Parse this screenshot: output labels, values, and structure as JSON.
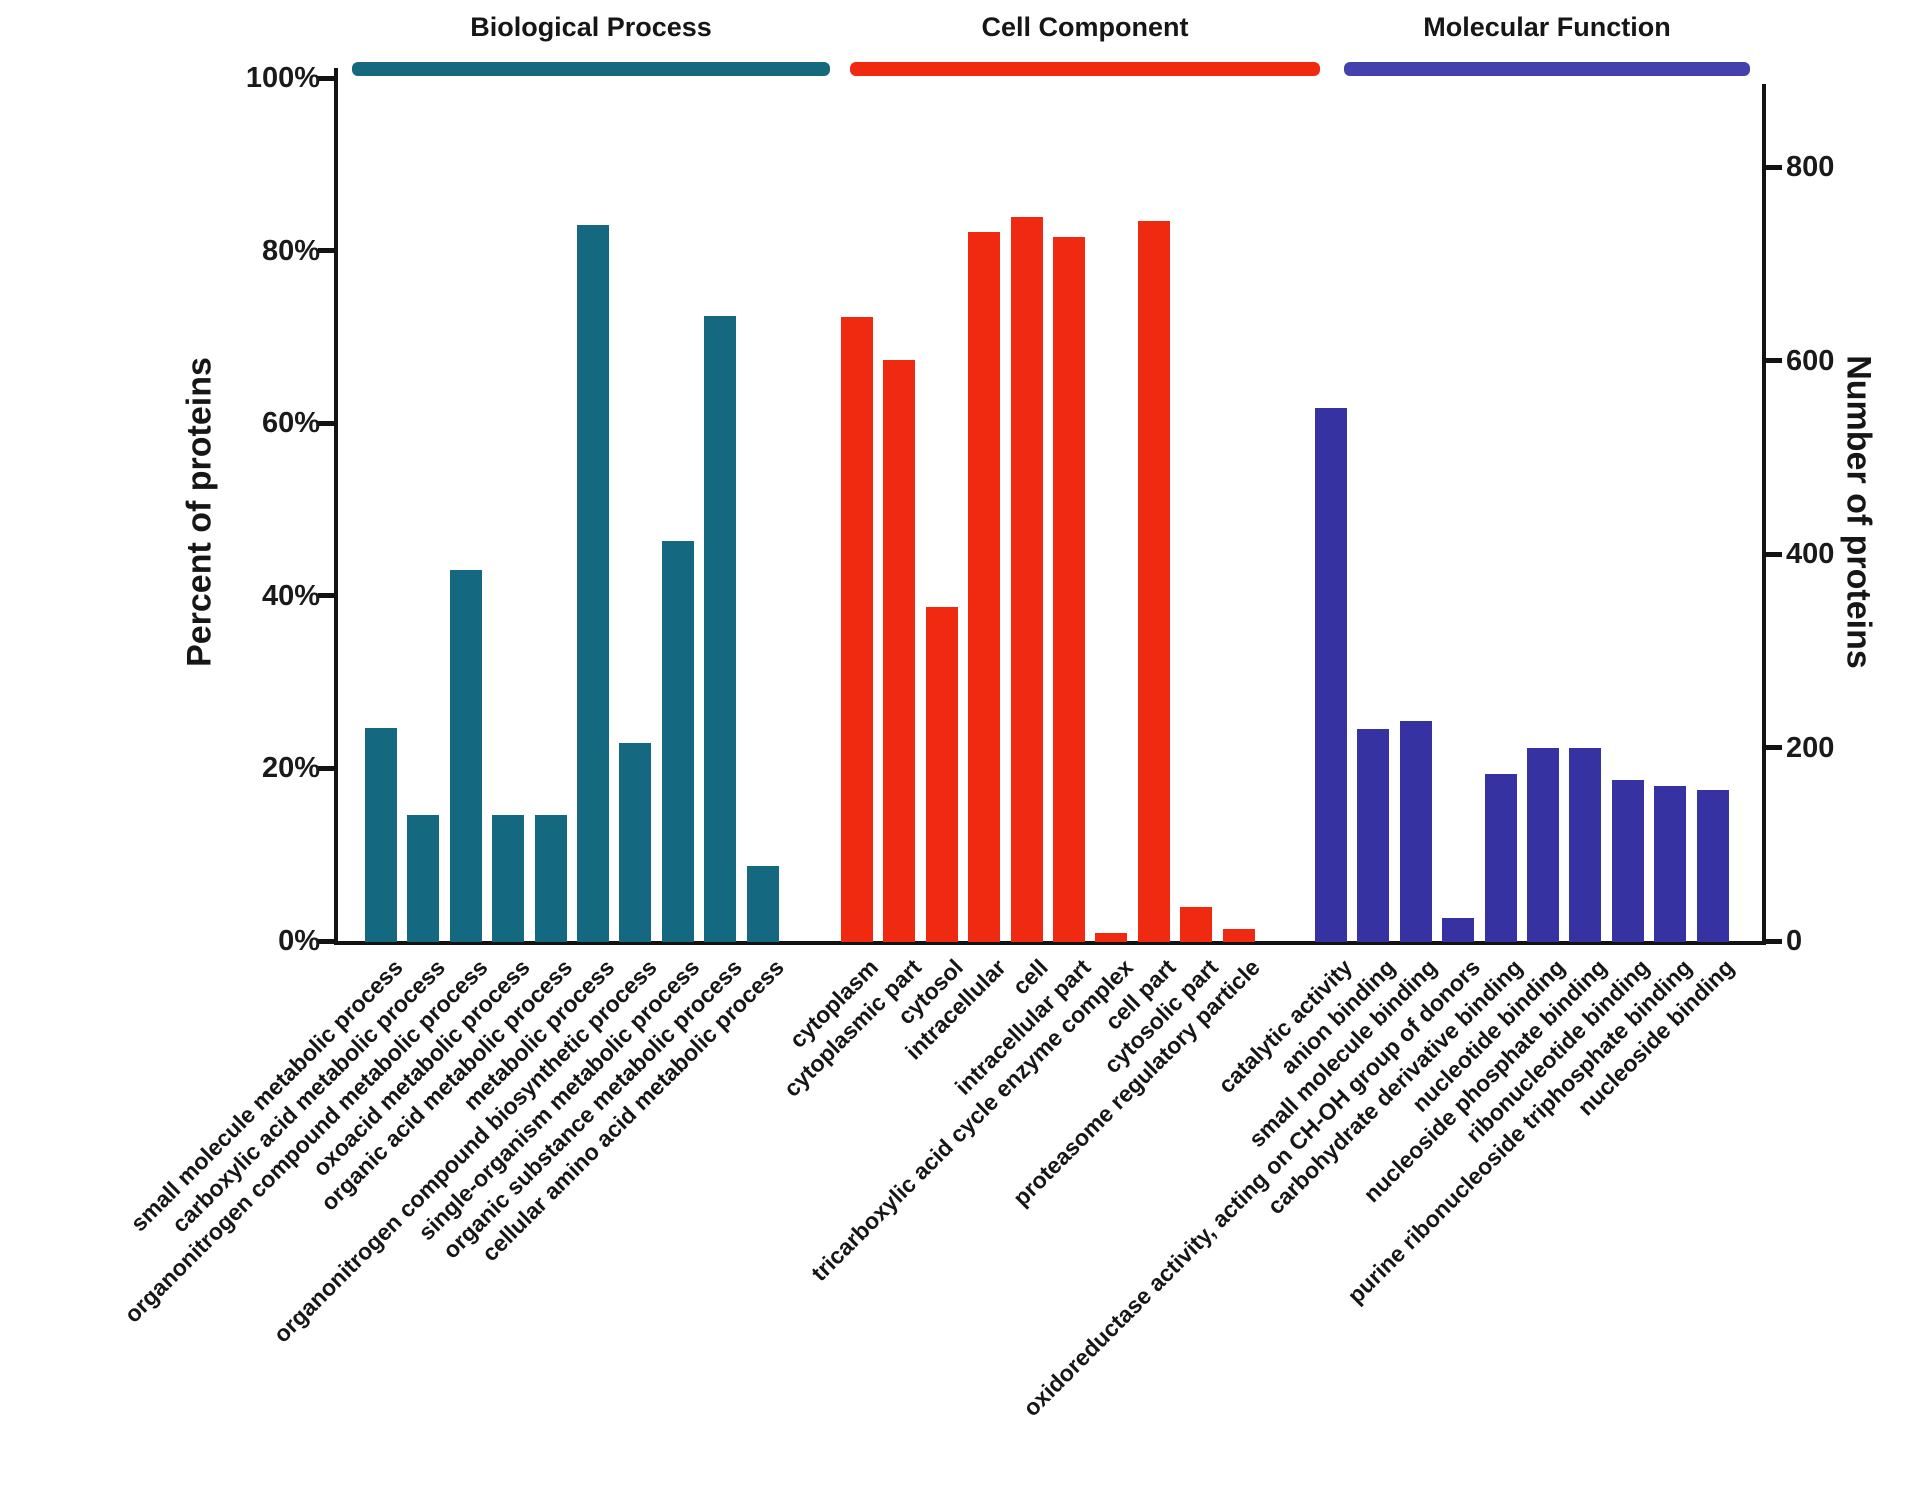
{
  "chart_data": {
    "type": "bar",
    "title": "",
    "ylabel_left": "Percent of proteins",
    "ylabel_right": "Number of proteins",
    "grid": false,
    "legend_position": "top-group-headers",
    "left_axis": {
      "title": "Percent of proteins",
      "tick_labels": [
        "0%",
        "20%",
        "40%",
        "60%",
        "80%",
        "100%"
      ],
      "tick_values": [
        0,
        20,
        40,
        60,
        80,
        100
      ],
      "range": [
        0,
        100
      ]
    },
    "right_axis": {
      "title": "Number of proteins",
      "tick_labels": [
        "0",
        "200",
        "400",
        "600",
        "800"
      ],
      "tick_values": [
        0,
        200,
        400,
        600,
        800
      ],
      "range": [
        0,
        800
      ]
    },
    "groups": [
      {
        "name": "Biological Process",
        "color": "#14687F",
        "header_color": "#15697F",
        "categories": [
          "small molecule metabolic process",
          "carboxylic acid metabolic process",
          "organonitrogen compound metabolic process",
          "oxoacid metabolic process",
          "organic acid metabolic process",
          "metabolic process",
          "organonitrogen compound biosynthetic process",
          "single-organism metabolic process",
          "organic substance metabolic process",
          "cellular amino acid metabolic process"
        ],
        "values_percent": [
          24.7,
          14.6,
          43.0,
          14.6,
          14.6,
          83.0,
          23.0,
          46.3,
          72.4,
          8.7
        ]
      },
      {
        "name": "Cell Component",
        "color": "#F02A10",
        "header_color": "#F02A10",
        "categories": [
          "cytoplasm",
          "cytoplasmic part",
          "cytosol",
          "intracellular",
          "cell",
          "intracellular part",
          "tricarboxylic acid cycle enzyme complex",
          "cell part",
          "cytosolic part",
          "proteasome regulatory particle"
        ],
        "values_percent": [
          72.3,
          67.3,
          38.7,
          82.2,
          83.9,
          81.6,
          0.9,
          83.4,
          3.9,
          1.4
        ]
      },
      {
        "name": "Molecular Function",
        "color": "#3732A2",
        "header_color": "#4441AD",
        "categories": [
          "catalytic activity",
          "anion binding",
          "small molecule binding",
          "oxidoreductase activity, acting on CH-OH group of donors",
          "carbohydrate derivative binding",
          "nucleotide binding",
          "nucleoside phosphate binding",
          "ribonucleotide binding",
          "purine ribonucleoside triphosphate binding",
          "nucleoside binding"
        ],
        "values_percent": [
          61.8,
          24.6,
          25.5,
          2.7,
          19.4,
          22.4,
          22.4,
          18.7,
          18.0,
          17.5
        ]
      }
    ]
  }
}
